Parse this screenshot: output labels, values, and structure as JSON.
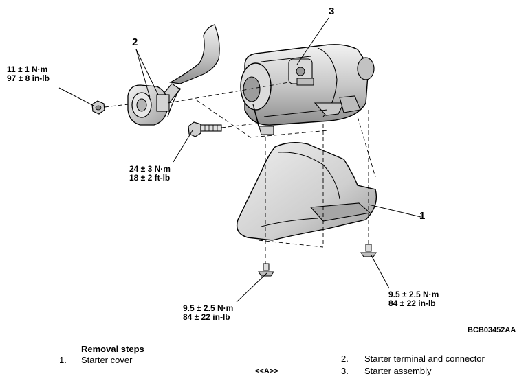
{
  "callouts": {
    "c1": "1",
    "c2": "2",
    "c3": "3"
  },
  "torque": {
    "nut": {
      "metric": "11 ± 1 N·m",
      "imperial": "97 ± 8 in-lb"
    },
    "bolt": {
      "metric": "24 ± 3 N·m",
      "imperial": "18 ± 2 ft-lb"
    },
    "screw_left": {
      "metric": "9.5 ± 2.5 N·m",
      "imperial": "84 ± 22 in-lb"
    },
    "screw_right": {
      "metric": "9.5 ± 2.5 N·m",
      "imperial": "84 ± 22 in-lb"
    }
  },
  "figure_code": "BCB03452AA",
  "removal": {
    "heading": "Removal steps",
    "steps": [
      {
        "num": "1.",
        "label": "Starter cover",
        "tag": ""
      },
      {
        "num": "2.",
        "label": "Starter terminal and connector",
        "tag": ""
      },
      {
        "num": "3.",
        "label": "Starter assembly",
        "tag": "<<A>>"
      }
    ]
  },
  "colors": {
    "line": "#000000",
    "fill_light": "#d9d9d9",
    "fill_mid": "#bdbdbd",
    "fill_dark": "#8a8a8a"
  }
}
